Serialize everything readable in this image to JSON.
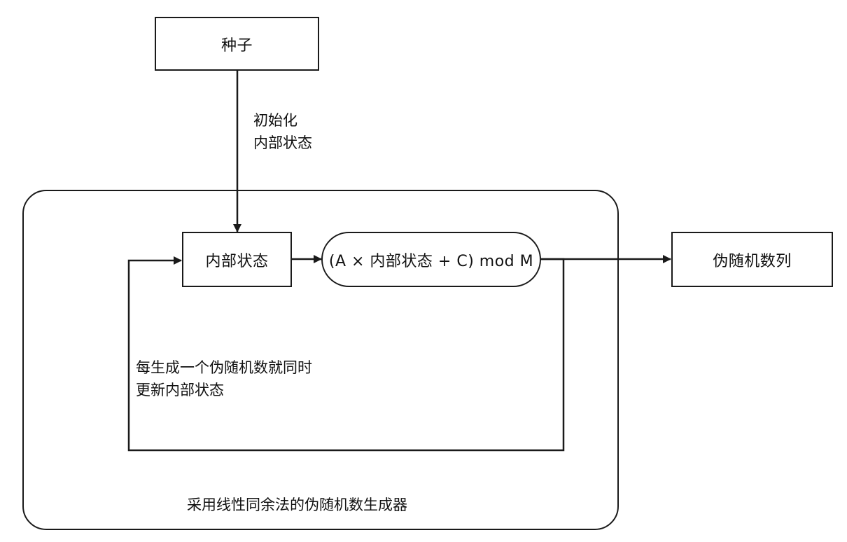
{
  "nodes": {
    "seed": "种子",
    "internal_state": "内部状态",
    "formula": "(A × 内部状态 + C) mod M",
    "output": "伪随机数列"
  },
  "labels": {
    "init_line1": "初始化",
    "init_line2": "内部状态",
    "feedback_line1": "每生成一个伪随机数就同时",
    "feedback_line2": "更新内部状态",
    "container_caption": "采用线性同余法的伪随机数生成器"
  },
  "colors": {
    "stroke": "#1a1a1a",
    "background": "#ffffff",
    "text": "#111111"
  }
}
